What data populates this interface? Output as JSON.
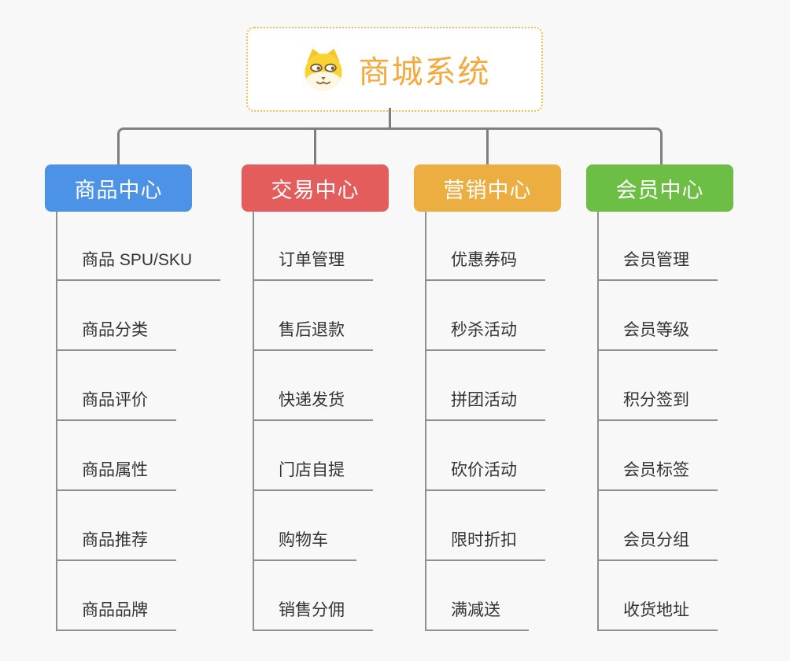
{
  "canvas": {
    "background": "#f8f8f8",
    "connector_color": "#7f7f7f",
    "child_line_color": "#8f8f8f"
  },
  "root": {
    "title": "商城系统",
    "icon": "dog-icon",
    "text_color": "#f3a93d",
    "border_color": "#f4bc55"
  },
  "branches": [
    {
      "name": "product-center",
      "label": "商品中心",
      "color": "#4c92e6",
      "children": [
        {
          "label": "商品 SPU/SKU"
        },
        {
          "label": "商品分类"
        },
        {
          "label": "商品评价"
        },
        {
          "label": "商品属性"
        },
        {
          "label": "商品推荐"
        },
        {
          "label": "商品品牌"
        }
      ]
    },
    {
      "name": "trade-center",
      "label": "交易中心",
      "color": "#e25d5c",
      "children": [
        {
          "label": "订单管理"
        },
        {
          "label": "售后退款"
        },
        {
          "label": "快递发货"
        },
        {
          "label": "门店自提"
        },
        {
          "label": "购物车"
        },
        {
          "label": "销售分佣"
        }
      ]
    },
    {
      "name": "marketing-center",
      "label": "营销中心",
      "color": "#ecae41",
      "children": [
        {
          "label": "优惠券码"
        },
        {
          "label": "秒杀活动"
        },
        {
          "label": "拼团活动"
        },
        {
          "label": "砍价活动"
        },
        {
          "label": "限时折扣"
        },
        {
          "label": "满减送"
        }
      ]
    },
    {
      "name": "member-center",
      "label": "会员中心",
      "color": "#6cbe44",
      "children": [
        {
          "label": "会员管理"
        },
        {
          "label": "会员等级"
        },
        {
          "label": "积分签到"
        },
        {
          "label": "会员标签"
        },
        {
          "label": "会员分组"
        },
        {
          "label": "收货地址"
        }
      ]
    }
  ]
}
